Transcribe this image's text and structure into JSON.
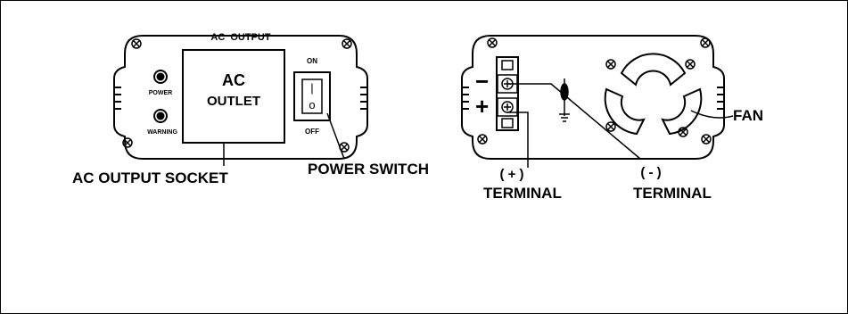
{
  "front_panel": {
    "title": "AC  OUTPUT",
    "power_label": "POWER",
    "warning_label": "WARNING",
    "outlet_line1": "AC",
    "outlet_line2": "OUTLET",
    "on_label": "ON",
    "off_label": "OFF",
    "switch_on_glyph": "|",
    "switch_off_glyph": "o"
  },
  "rear_panel": {
    "minus_sign": "−",
    "plus_sign": "+"
  },
  "callouts": {
    "ac_output_socket": "AC OUTPUT SOCKET",
    "power_switch": "POWER SWITCH",
    "plus_terminal_symbol": "( + )",
    "plus_terminal_label": "TERMINAL",
    "minus_terminal_symbol": "( - )",
    "minus_terminal_label": "TERMINAL",
    "fan": "FAN"
  },
  "colors": {
    "ink": "#000000",
    "background": "#ffffff"
  }
}
